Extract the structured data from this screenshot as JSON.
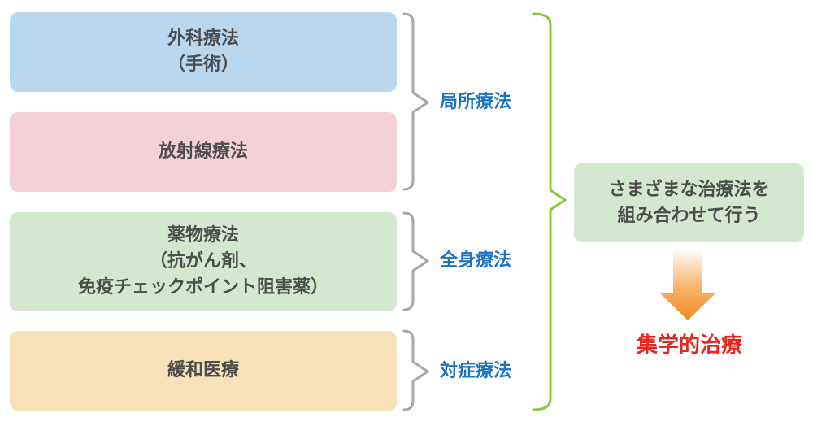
{
  "treatments": {
    "surgery": [
      "外科療法",
      "（手術）"
    ],
    "radiation": [
      "放射線療法"
    ],
    "drug": [
      "薬物療法",
      "（抗がん剤、",
      "免疫チェックポイント阻害薬）"
    ],
    "palliative": [
      "緩和医療"
    ]
  },
  "categories": {
    "local": "局所療法",
    "systemic": "全身療法",
    "symptomatic": "対症療法"
  },
  "combine": {
    "line1": "さまざまな治療法を",
    "line2": "組み合わせて行う"
  },
  "result": "集学的治療",
  "colors": {
    "surgery_fill": "#b9d8ef",
    "radiation_fill": "#f4d0d8",
    "drug_fill": "#d3e8cf",
    "palliative_fill": "#f8e0b9",
    "category_text": "#1a74c4",
    "gray_bracket": "#a6a6a6",
    "green_bracket": "#8cc63f",
    "result_text": "#e6261f",
    "arrow_orange": "#f28c1e"
  }
}
